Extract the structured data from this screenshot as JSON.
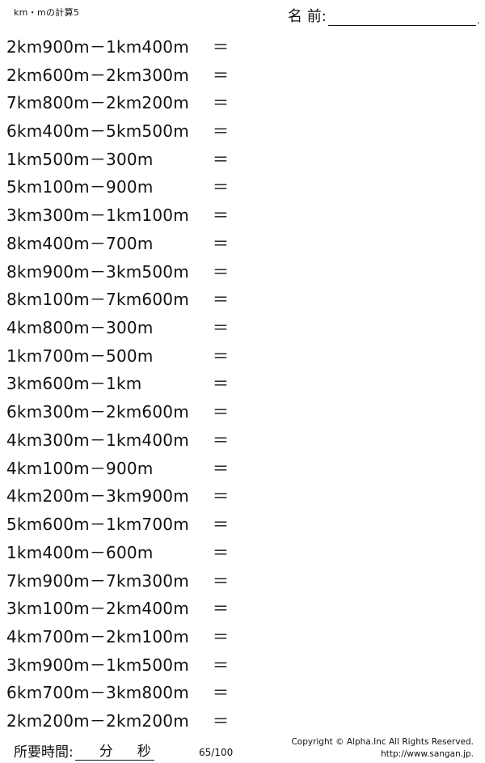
{
  "header": {
    "title": "km・mの計算5",
    "name_label": "名 前:",
    "name_end": "."
  },
  "problems": [
    {
      "expr": "2km900m－1km400m",
      "eq": "＝"
    },
    {
      "expr": "2km600m－2km300m",
      "eq": "＝"
    },
    {
      "expr": "7km800m－2km200m",
      "eq": "＝"
    },
    {
      "expr": "6km400m－5km500m",
      "eq": "＝"
    },
    {
      "expr": "1km500m－300m",
      "eq": "＝"
    },
    {
      "expr": "5km100m－900m",
      "eq": "＝"
    },
    {
      "expr": "3km300m－1km100m",
      "eq": "＝"
    },
    {
      "expr": "8km400m－700m",
      "eq": "＝"
    },
    {
      "expr": "8km900m－3km500m",
      "eq": "＝"
    },
    {
      "expr": "8km100m－7km600m",
      "eq": "＝"
    },
    {
      "expr": "4km800m－300m",
      "eq": "＝"
    },
    {
      "expr": "1km700m－500m",
      "eq": "＝"
    },
    {
      "expr": "3km600m－1km",
      "eq": "＝"
    },
    {
      "expr": "6km300m－2km600m",
      "eq": "＝"
    },
    {
      "expr": "4km300m－1km400m",
      "eq": "＝"
    },
    {
      "expr": "4km100m－900m",
      "eq": "＝"
    },
    {
      "expr": "4km200m－3km900m",
      "eq": "＝"
    },
    {
      "expr": "5km600m－1km700m",
      "eq": "＝"
    },
    {
      "expr": "1km400m－600m",
      "eq": "＝"
    },
    {
      "expr": "7km900m－7km300m",
      "eq": "＝"
    },
    {
      "expr": "3km100m－2km400m",
      "eq": "＝"
    },
    {
      "expr": "4km700m－2km100m",
      "eq": "＝"
    },
    {
      "expr": "3km900m－1km500m",
      "eq": "＝"
    },
    {
      "expr": "6km700m－3km800m",
      "eq": "＝"
    },
    {
      "expr": "2km200m－2km200m",
      "eq": "＝"
    }
  ],
  "footer": {
    "time_label": "所要時間:",
    "minutes_unit": "分",
    "seconds_unit": "秒",
    "page": "65/100",
    "copyright": "Copyright © Alpha.Inc All Rights Reserved.",
    "url": "http://www.sangan.jp."
  }
}
